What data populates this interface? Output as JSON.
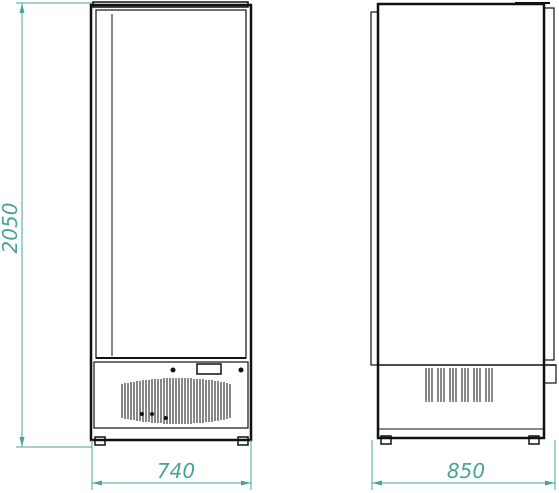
{
  "dimensions": {
    "height_label": "2050",
    "front_width_label": "740",
    "side_depth_label": "850"
  },
  "colors": {
    "outline": "#111111",
    "dimension": "#4aa39a"
  }
}
